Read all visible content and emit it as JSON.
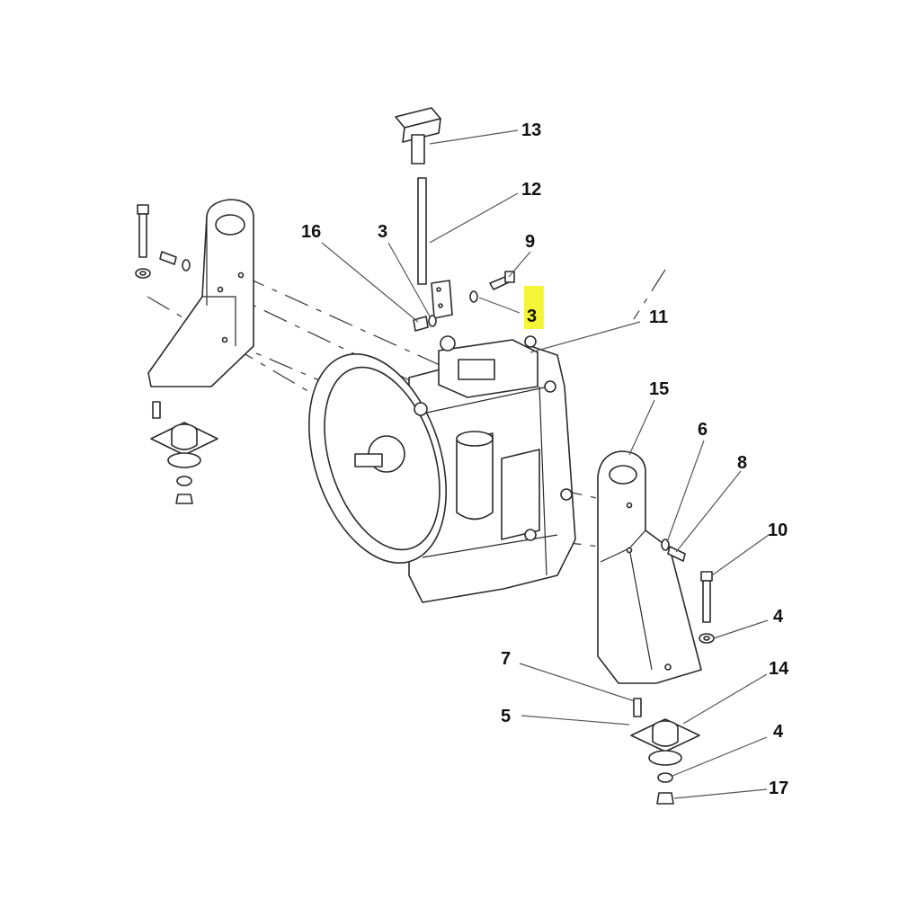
{
  "callouts": {
    "c13": "13",
    "c12": "12",
    "c16": "16",
    "c3a": "3",
    "c9": "9",
    "c3b": "3",
    "c11": "11",
    "c15": "15",
    "c6": "6",
    "c8": "8",
    "c10": "10",
    "c4a": "4",
    "c14": "14",
    "c7": "7",
    "c5": "5",
    "c4b": "4",
    "c17": "17"
  },
  "highlight_color": "#f5f537"
}
